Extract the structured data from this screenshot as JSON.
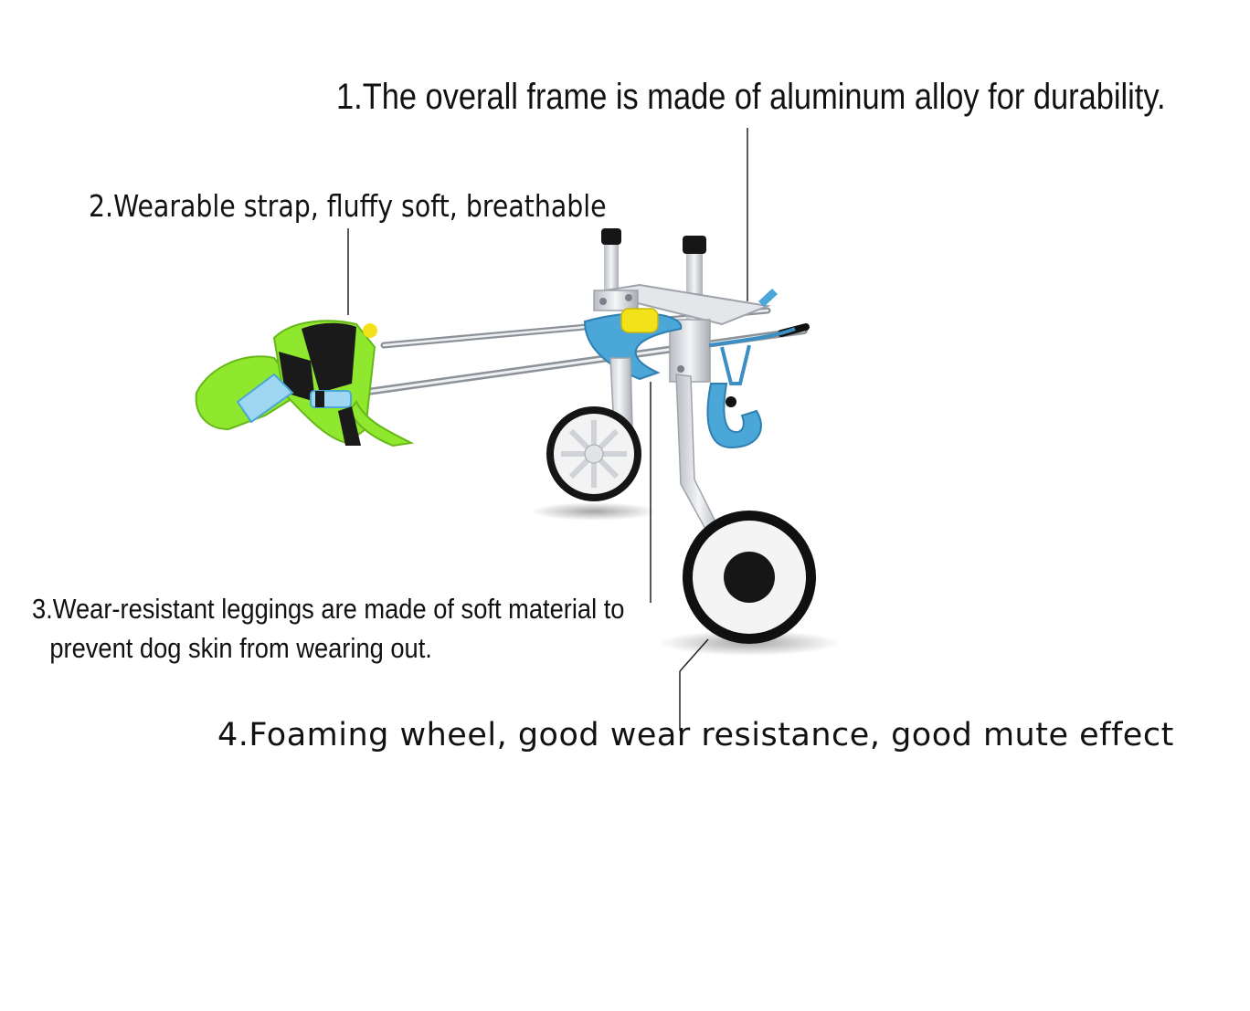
{
  "callouts": {
    "frame": "1.The overall frame is made of aluminum alloy for durability.",
    "strap": "2.Wearable strap, fluffy soft, breathable",
    "leggings_line1": "3.Wear-resistant leggings are made of soft material to",
    "leggings_line2": "prevent dog skin from wearing out.",
    "wheel": "4.Foaming wheel, good wear resistance, good mute effect"
  },
  "colors": {
    "background": "#ffffff",
    "text": "#111111",
    "aluminum": "#d8dade",
    "strap_green": "#8fe82e",
    "strap_black": "#1a1a1a",
    "padding_blue": "#4aa7d8",
    "accent_yellow": "#f2e21a",
    "wheel_tire": "#111111",
    "wheel_rim": "#f2f2f2"
  }
}
